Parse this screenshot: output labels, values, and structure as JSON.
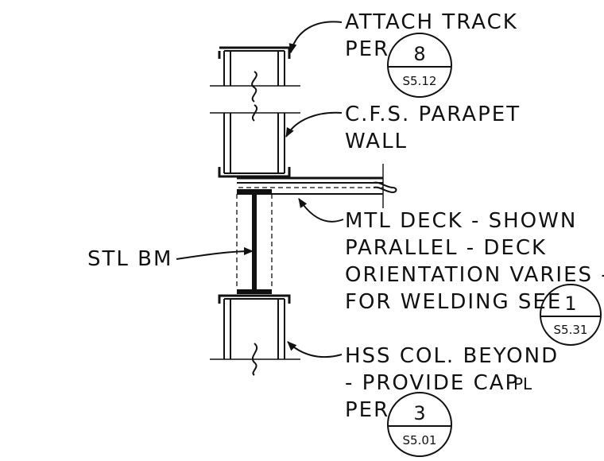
{
  "notes": {
    "attach_track": {
      "line1": "ATTACH TRACK",
      "line2": "PER"
    },
    "parapet": {
      "line1": "C.F.S. PARAPET",
      "line2": "WALL"
    },
    "deck": {
      "line1": "MTL DECK - SHOWN",
      "line2": "PARALLEL - DECK",
      "line3": "ORIENTATION VARIES -",
      "line4": "FOR WELDING SEE"
    },
    "beam": {
      "label": "STL BM"
    },
    "column": {
      "line1": "HSS COL. BEYOND",
      "line2": "- PROVIDE CAP",
      "plate_symbol": "PL",
      "line3": "PER"
    }
  },
  "detail_tags": [
    {
      "id": "attach-track-ref",
      "number": "8",
      "sheet": "S5.12"
    },
    {
      "id": "deck-welding-ref",
      "number": "1",
      "sheet": "S5.31"
    },
    {
      "id": "cap-plate-ref",
      "number": "3",
      "sheet": "S5.01"
    }
  ]
}
